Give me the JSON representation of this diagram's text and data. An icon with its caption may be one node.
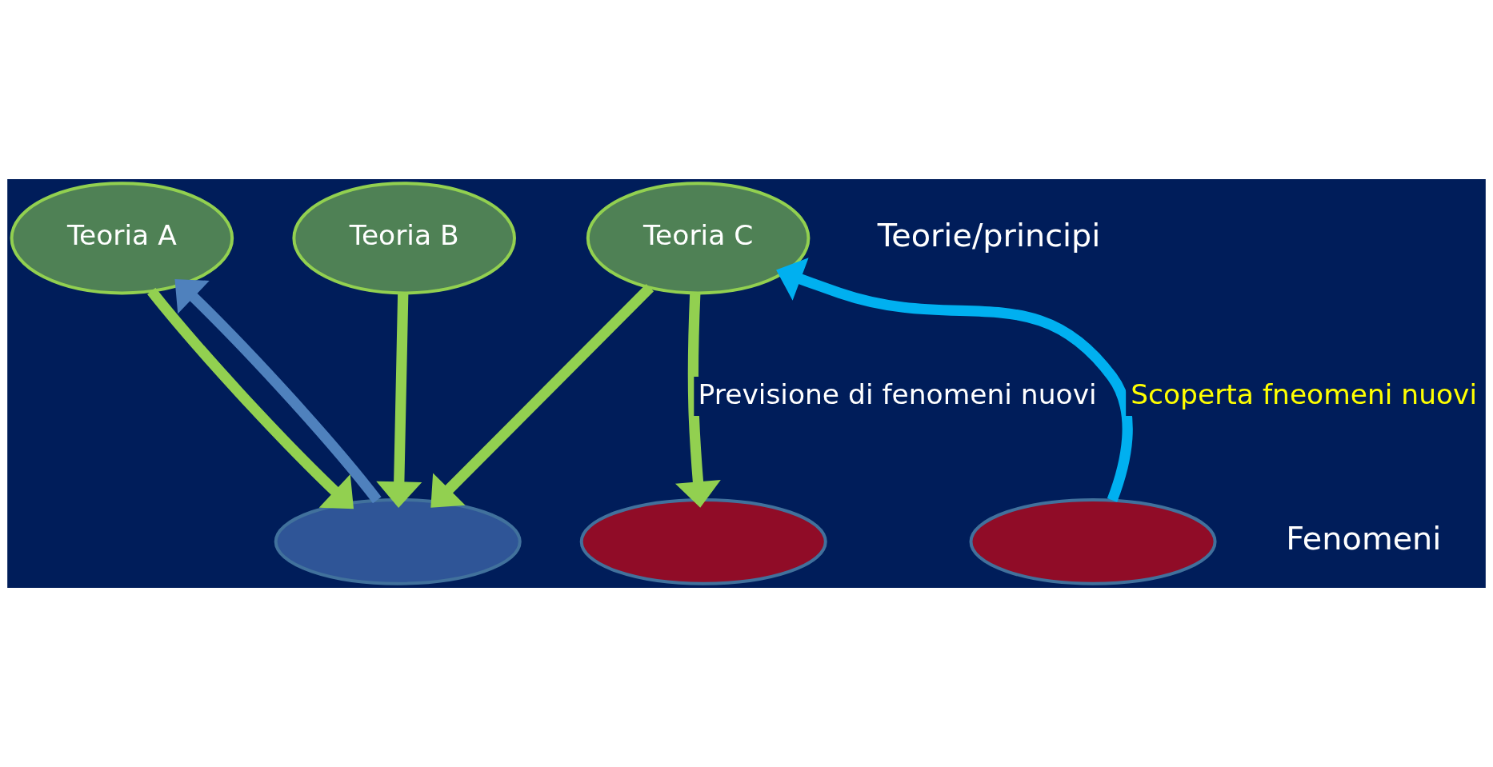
{
  "diagram": {
    "nodes": [
      {
        "text": [
          "Teoria A"
        ]
      },
      {
        "text": [
          "Teoria B"
        ]
      },
      {
        "text": [
          "Teoria C"
        ]
      },
      {
        "text": [],
        "shape": "ellipse"
      },
      {
        "text": [],
        "shape": "ellipse"
      },
      {
        "text": [],
        "shape": "ellipse"
      }
    ],
    "edges": [
      {
        "from": 0,
        "to": 3,
        "arrow": "to"
      },
      {
        "from": 1,
        "to": 3,
        "arrow": "to"
      },
      {
        "from": 2,
        "to": 3,
        "arrow": "to"
      },
      {
        "from": 2,
        "to": 4,
        "arrow": "to",
        "label": "Previsione di fenomeni nuovi"
      },
      {
        "from": 5,
        "to": 2,
        "arrow": "to",
        "label": "Scoperta fneomeni nuovi",
        "color": "#00b0f0"
      },
      {
        "from": 3,
        "to": 0,
        "arrow": "to",
        "color": "#4f81bd"
      }
    ],
    "labels": [
      "Teorie/principi",
      "Fenomeni"
    ]
  }
}
